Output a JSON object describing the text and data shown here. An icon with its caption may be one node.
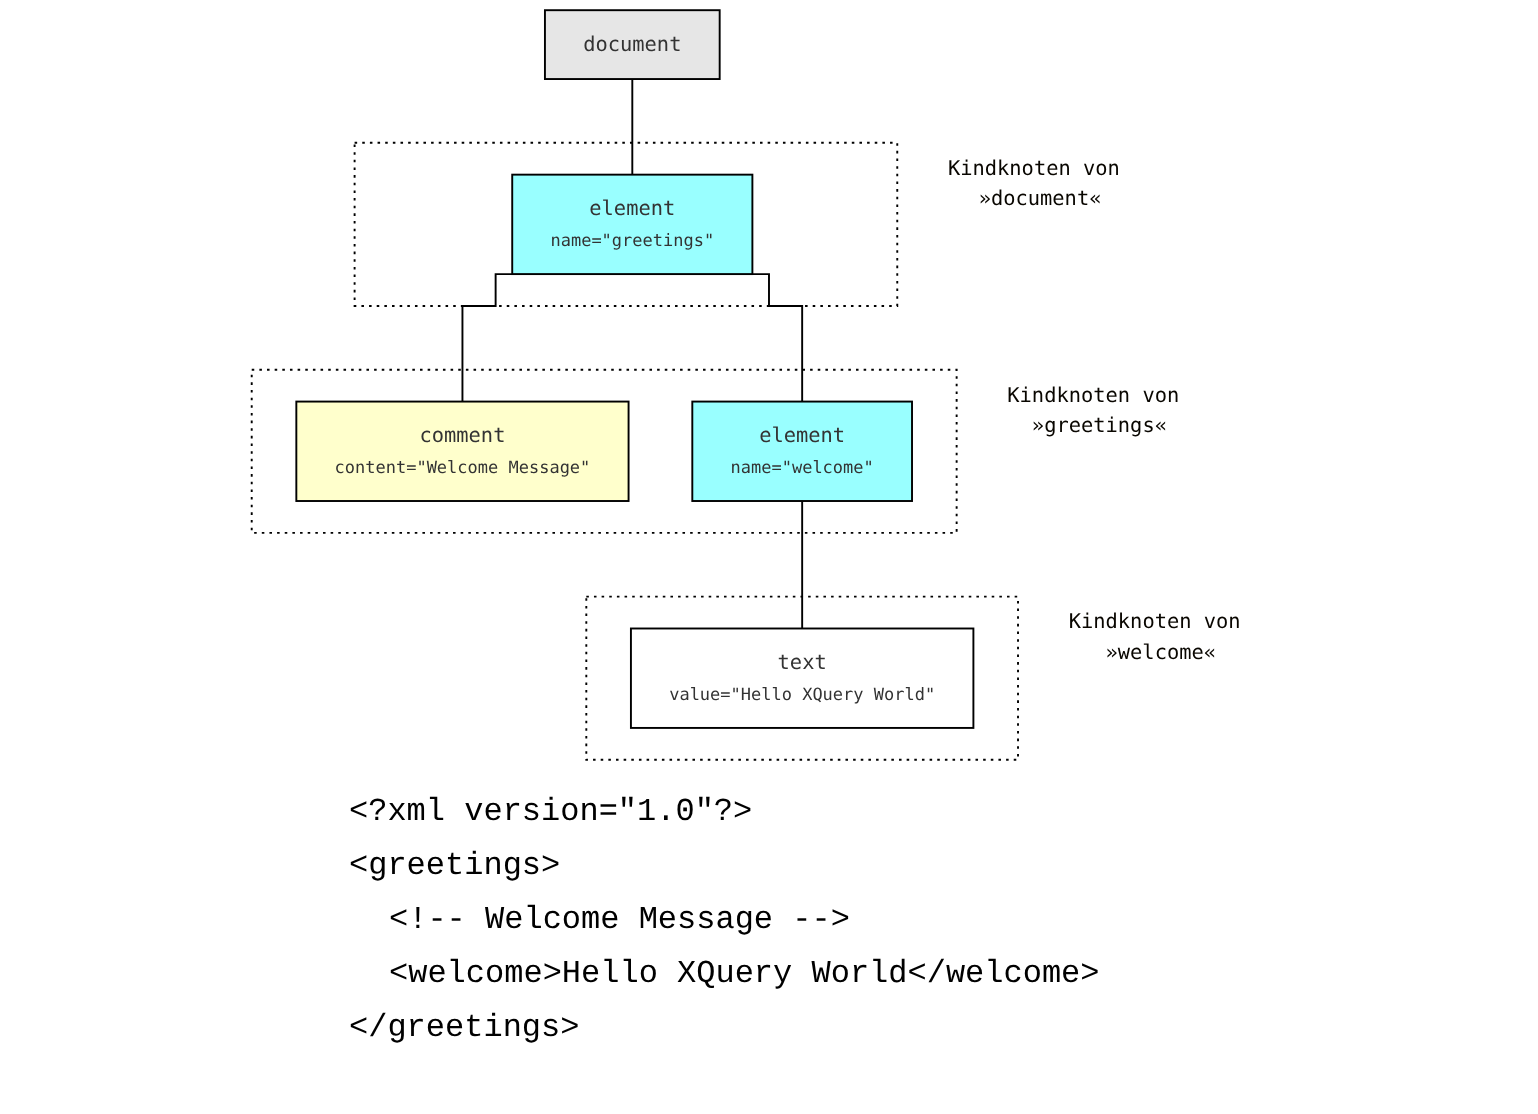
{
  "diagram": {
    "nodes": [
      {
        "text": [
          "document"
        ]
      },
      {
        "text": [
          "Kindknoten von »document«"
        ]
      },
      {
        "text": [
          "element",
          "name=\"greetings\""
        ],
        "in": 1
      },
      {
        "text": [
          "Kindknoten von »greetings«"
        ]
      },
      {
        "text": [
          "comment",
          "content=\"Welcome Message\""
        ],
        "in": 3
      },
      {
        "text": [
          "element",
          "name=\"welcome\""
        ],
        "in": 3
      },
      {
        "text": [
          "Kindknoten von »welcome«"
        ]
      },
      {
        "text": [
          "text",
          "value=\"Hello XQuery World\""
        ],
        "in": 6
      }
    ],
    "edges": [
      {
        "from": 0,
        "to": 2,
        "arrow": "none"
      },
      {
        "from": 2,
        "to": 4,
        "arrow": "none"
      },
      {
        "from": 2,
        "to": 5,
        "arrow": "none"
      },
      {
        "from": 5,
        "to": 7,
        "arrow": "none"
      }
    ],
    "labels": [
      "<?xml version=\"1.0\"?>",
      "<greetings>",
      "<!-- Welcome Message -->",
      "<welcome>Hello XQuery World</welcome>",
      "</greetings>"
    ]
  }
}
